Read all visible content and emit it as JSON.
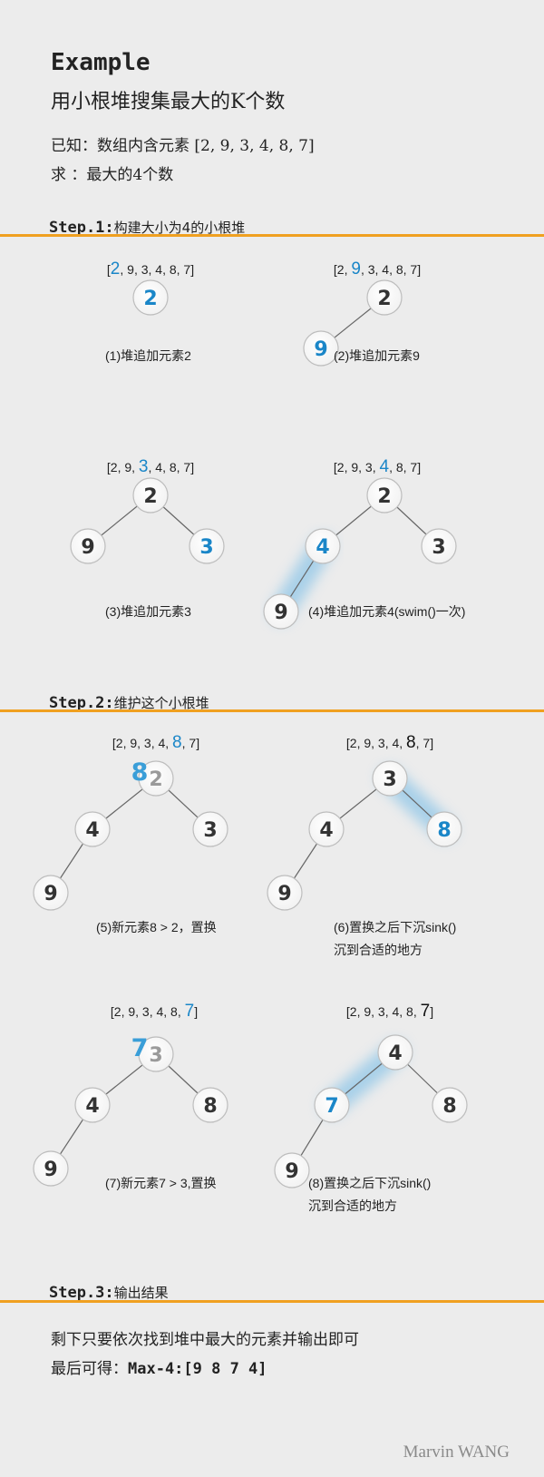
{
  "header": {
    "title": "Example",
    "subtitle": "用小根堆搜集最大的K个数",
    "known": "已知：数组内含元素 [2, 9, 3, 4, 8, 7]",
    "ask": "求  ：最大的4个数"
  },
  "steps": [
    {
      "label": "Step.1:",
      "text": "构建大小为4的小根堆"
    },
    {
      "label": "Step.2:",
      "text": "维护这个小根堆"
    },
    {
      "label": "Step.3:",
      "text": "输出结果"
    }
  ],
  "colors": {
    "accent": "#1a86c8",
    "rule": "#f0a020",
    "node_text": "#333333"
  },
  "panels": [
    {
      "array": {
        "pre": "[",
        "hl": "2",
        "post": ", 9, 3, 4, 8, 7]",
        "style": "hl"
      },
      "nodes": [
        {
          "v": "2",
          "hl": true
        }
      ],
      "edges": [],
      "glow": [],
      "caption": [
        "(1)堆追加元素2"
      ]
    },
    {
      "array": {
        "pre": "[2, ",
        "hl": "9",
        "post": ", 3, 4, 8, 7]",
        "style": "hl"
      },
      "nodes": [
        {
          "v": "2"
        },
        {
          "v": "9",
          "hl": true
        }
      ],
      "edges": [
        [
          0,
          1
        ]
      ],
      "glow": [],
      "caption": [
        "(2)堆追加元素9"
      ]
    },
    {
      "array": {
        "pre": "[2, 9, ",
        "hl": "3",
        "post": ", 4, 8, 7]",
        "style": "hl"
      },
      "nodes": [
        {
          "v": "2"
        },
        {
          "v": "9"
        },
        {
          "v": "3",
          "hl": true
        }
      ],
      "edges": [
        [
          0,
          1
        ],
        [
          0,
          2
        ]
      ],
      "glow": [],
      "caption": [
        "(3)堆追加元素3"
      ]
    },
    {
      "array": {
        "pre": "[2, 9, 3, ",
        "hl": "4",
        "post": ", 8, 7]",
        "style": "hl"
      },
      "nodes": [
        {
          "v": "2"
        },
        {
          "v": "4",
          "hl": true
        },
        {
          "v": "3"
        },
        {
          "v": "9"
        }
      ],
      "edges": [
        [
          0,
          1
        ],
        [
          0,
          2
        ],
        [
          1,
          3
        ]
      ],
      "glow": [
        [
          1,
          3
        ]
      ],
      "caption": [
        "(4)堆追加元素4(swim()一次)"
      ]
    },
    {
      "array": {
        "pre": "[2, 9, 3, 4, ",
        "hl": "8",
        "post": ", 7]",
        "style": "hl"
      },
      "nodes": [
        {
          "v": "2",
          "faded": true,
          "over": "8"
        },
        {
          "v": "4"
        },
        {
          "v": "3"
        },
        {
          "v": "9"
        }
      ],
      "edges": [
        [
          0,
          1
        ],
        [
          0,
          2
        ],
        [
          1,
          3
        ]
      ],
      "glow": [],
      "caption": [
        "(5)新元素8 > 2，置换"
      ]
    },
    {
      "array": {
        "pre": "[2, 9, 3, 4, ",
        "hl": "8",
        "post": ", 7]",
        "style": "dk"
      },
      "nodes": [
        {
          "v": "3"
        },
        {
          "v": "4"
        },
        {
          "v": "8",
          "hl": true
        },
        {
          "v": "9"
        }
      ],
      "edges": [
        [
          0,
          1
        ],
        [
          0,
          2
        ],
        [
          1,
          3
        ]
      ],
      "glow": [
        [
          0,
          2
        ]
      ],
      "caption": [
        "(6)置换之后下沉sink()",
        "沉到合适的地方"
      ]
    },
    {
      "array": {
        "pre": "[2, 9, 3, 4, 8, ",
        "hl": "7",
        "post": "]",
        "style": "hl"
      },
      "nodes": [
        {
          "v": "3",
          "faded": true,
          "over": "7"
        },
        {
          "v": "4"
        },
        {
          "v": "8"
        },
        {
          "v": "9"
        }
      ],
      "edges": [
        [
          0,
          1
        ],
        [
          0,
          2
        ],
        [
          1,
          3
        ]
      ],
      "glow": [],
      "caption": [
        "(7)新元素7 > 3,置换"
      ]
    },
    {
      "array": {
        "pre": "[2, 9, 3, 4, 8, ",
        "hl": "7",
        "post": "]",
        "style": "dk"
      },
      "nodes": [
        {
          "v": "4"
        },
        {
          "v": "7",
          "hl": true
        },
        {
          "v": "8"
        },
        {
          "v": "9"
        }
      ],
      "edges": [
        [
          0,
          1
        ],
        [
          0,
          2
        ],
        [
          1,
          3
        ]
      ],
      "glow": [
        [
          0,
          1
        ]
      ],
      "caption": [
        "(8)置换之后下沉sink()",
        "沉到合适的地方"
      ]
    }
  ],
  "result": {
    "line1": "剩下只要依次找到堆中最大的元素并输出即可",
    "line2_prefix": "最后可得：",
    "line2_value": "Max-4:[9 8 7 4]"
  },
  "signature": "Marvin WANG"
}
